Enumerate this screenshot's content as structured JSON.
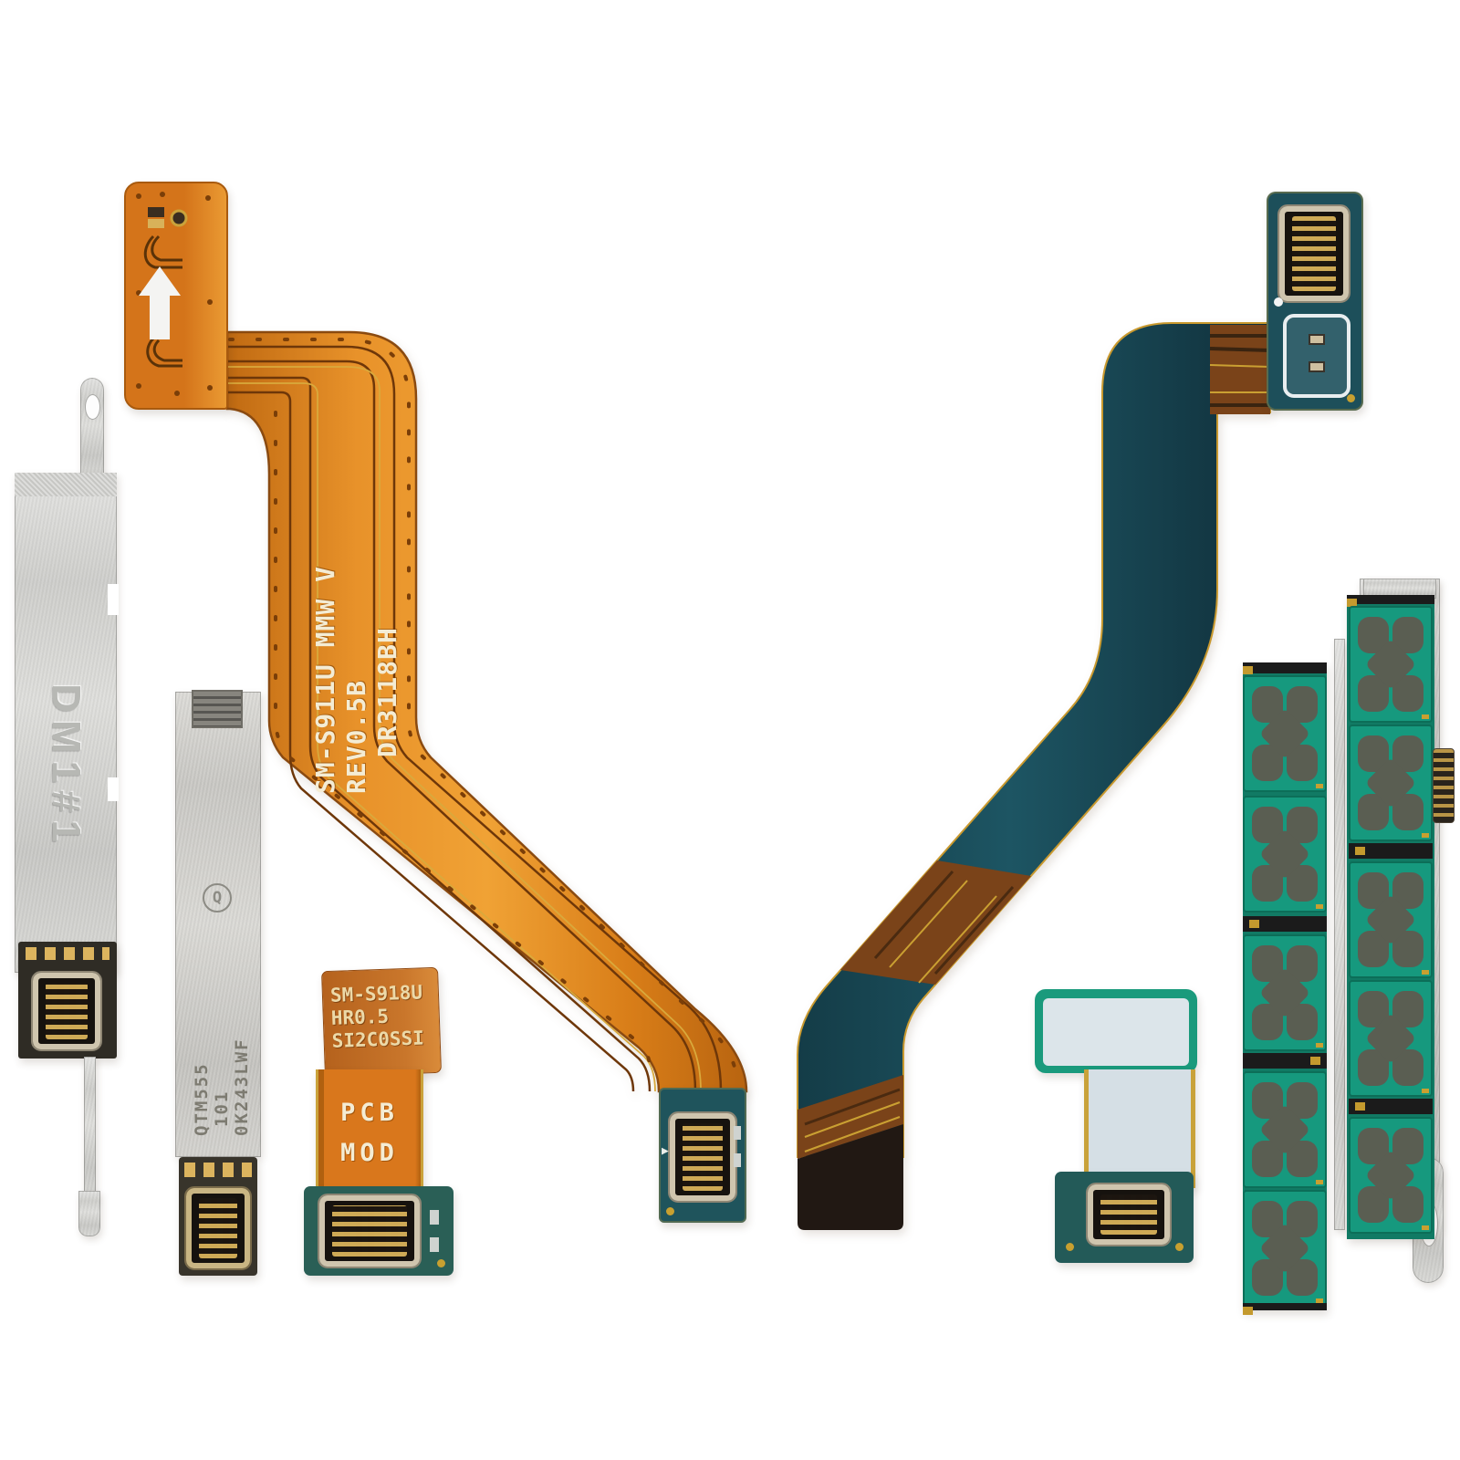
{
  "parts": {
    "left_bracket": {
      "engraving": "DM1#1"
    },
    "qtm_antenna_module": {
      "logo_letter": "Q",
      "marking_lines": [
        "QTM555",
        "101",
        "0K243LWF"
      ]
    },
    "main_mmw_flex": {
      "marking_line1": "SM-S911U MMW V REV0.5B",
      "marking_line2": "DR3118BH"
    },
    "pcb_mod_flex": {
      "label_lines": [
        "SM-S918U",
        "HR0.5",
        "SI2C0SSI"
      ],
      "print_lines": [
        "PCB",
        "MOD"
      ]
    }
  },
  "icons": {
    "up_arrow_sticker": "↑",
    "triangle_mark": "▶"
  },
  "colors": {
    "background": "#ffffff",
    "orange_flex": "#e0811f",
    "orange_flex_shadow": "#b86410",
    "flex_marking_text": "#f4ecd4",
    "dark_teal_flex": "#1b4d59",
    "copper_section": "#7a4319",
    "gold_edge": "#c9992e",
    "pcb_teal": "#20565c",
    "antenna_green": "#169a7e",
    "antenna_patch": "#5a5e52",
    "metal_silver": "#d5d5d3",
    "label_orange": "#b5621d",
    "sticker_white": "#dce5ea",
    "connector_metal": "#cfc5ae",
    "separator_black": "#1b1b1b"
  }
}
